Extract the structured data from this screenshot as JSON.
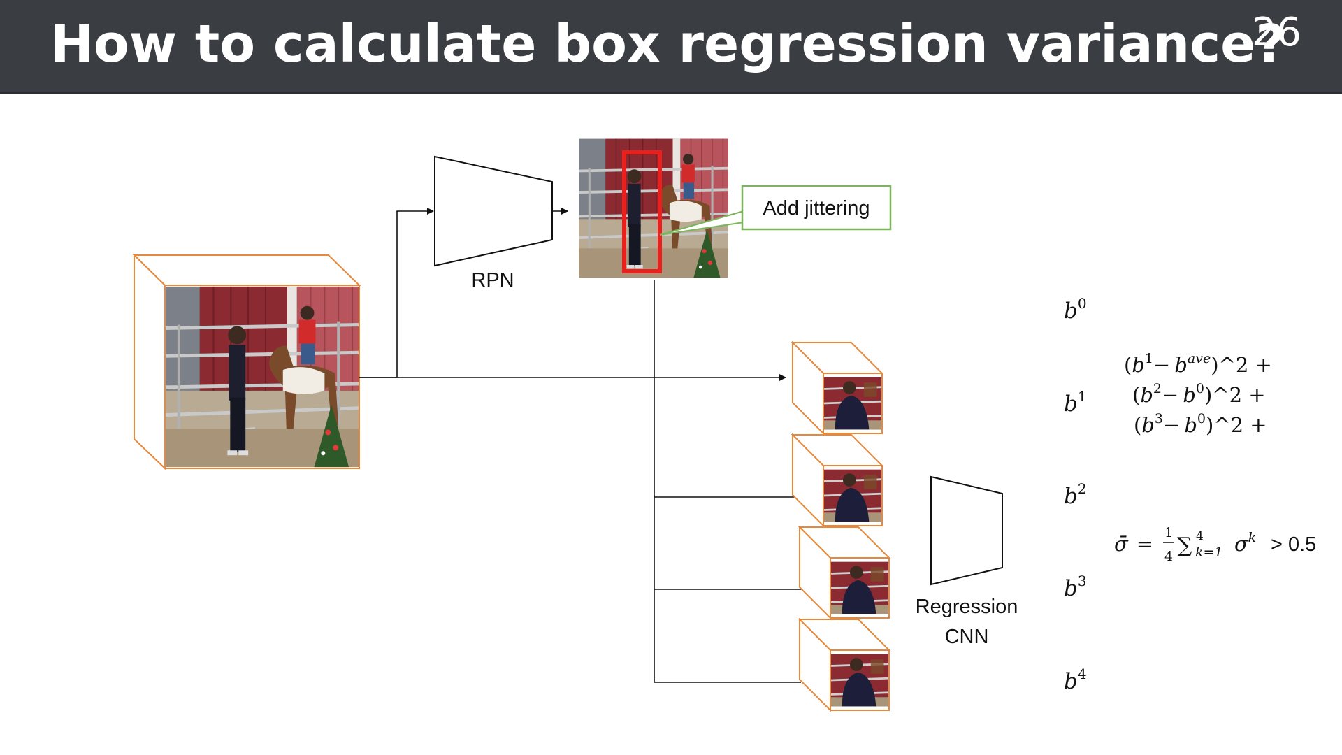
{
  "slide": {
    "title": "How to calculate box regression variance?",
    "page_number": "26"
  },
  "diagram": {
    "rpn_label": "RPN",
    "jitter_label": "Add jittering",
    "regression_label_line1": "Regression",
    "regression_label_line2": "CNN",
    "box_labels": [
      {
        "base": "b",
        "sup": "0"
      },
      {
        "base": "b",
        "sup": "1"
      },
      {
        "base": "b",
        "sup": "2"
      },
      {
        "base": "b",
        "sup": "3"
      },
      {
        "base": "b",
        "sup": "4"
      }
    ],
    "variance_formula": {
      "line1": {
        "b": "b",
        "sup1": "1",
        "minus": "−",
        "b2": "b",
        "sup2": "ave",
        "tail": ")^2 +"
      },
      "line2": {
        "b": "b",
        "sup1": "2",
        "minus": "−",
        "b2": "b",
        "sup2": "0",
        "tail": ")^2 +"
      },
      "line3": {
        "b": "b",
        "sup1": "3",
        "minus": "−",
        "b2": "b",
        "sup2": "0",
        "tail": ")^2 +"
      }
    },
    "mean_formula": {
      "sigma_bar": "σ̄",
      "equals": "=",
      "frac_num": "1",
      "frac_den": "4",
      "sum": "∑",
      "sum_upper": "4",
      "sum_lower": "k=1",
      "sigma": "σ",
      "sigma_sup": "k",
      "threshold": "> 0.5"
    },
    "colors": {
      "cube_edge": "#e8883a",
      "header_bg": "#3a3d42",
      "jitter_box": "#e8211e",
      "callout_border": "#7ab55a",
      "barn_red": "#8c2a31",
      "sky_gray": "#9aa0a6"
    }
  }
}
